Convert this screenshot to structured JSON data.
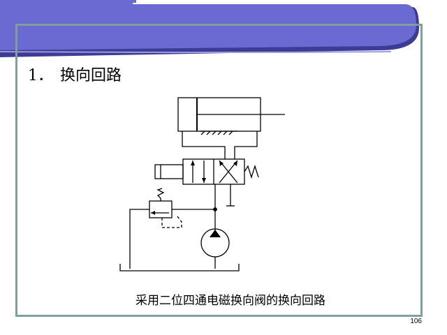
{
  "slide": {
    "title_number": "1．",
    "title_text": "换向回路",
    "caption": "采用二位四通电磁换向阀的换向回路",
    "page_number": "106"
  },
  "colors": {
    "banner_primary": "#6a6ad2",
    "banner_edge": "#3c3c96",
    "frame": "#7f9f9f",
    "line": "#000000"
  }
}
